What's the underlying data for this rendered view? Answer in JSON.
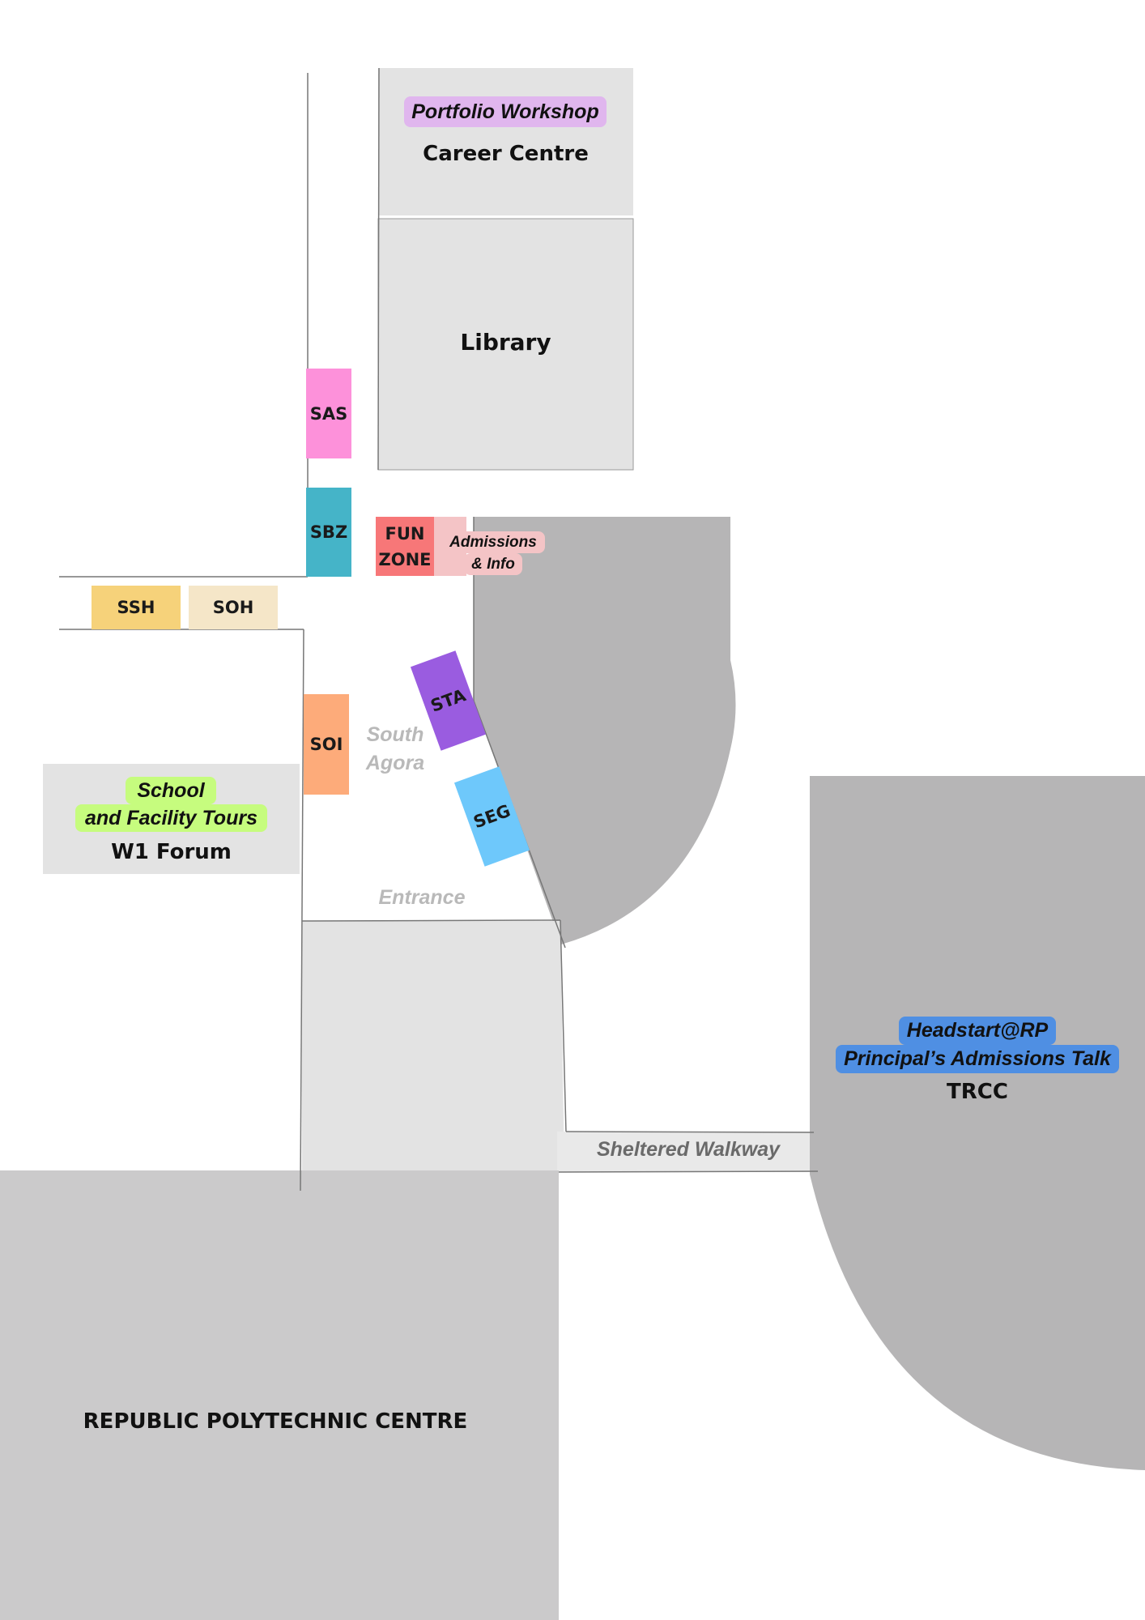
{
  "buildings": {
    "career_centre": "Career Centre",
    "library": "Library",
    "w1_forum": "W1 Forum",
    "trcc": "TRCC",
    "rp_centre": "REPUBLIC POLYTECHNIC CENTRE"
  },
  "events": {
    "portfolio_workshop": "Portfolio Workshop",
    "tours_line1": "School",
    "tours_line2": "and Facility Tours",
    "headstart": "Headstart@RP",
    "principal_talk": "Principal’s Admissions Talk",
    "admissions_line1": "Admissions",
    "admissions_line2": "& Info"
  },
  "booths": {
    "sas": "SAS",
    "sbz": "SBZ",
    "ssh": "SSH",
    "soh": "SOH",
    "soi": "SOI",
    "sta": "STA",
    "seg": "SEG",
    "fun_line1": "FUN",
    "fun_line2": "ZONE"
  },
  "areas": {
    "south_line1": "South",
    "south_line2": "Agora",
    "entrance": "Entrance",
    "walkway": "Sheltered Walkway"
  },
  "colors": {
    "building_light": "#e3e3e3",
    "building_dark": "#b6b5b6",
    "rp_centre": "#cbcacb",
    "sas": "#fd91da",
    "sbz": "#45b4c8",
    "ssh": "#f6d27a",
    "soh": "#f5e6c8",
    "soi": "#fdab7a",
    "sta": "#9a5ce0",
    "seg": "#6ec8fb",
    "fun_zone": "#f77778",
    "admissions": "#f4c4c6",
    "portfolio": "#e0b6ee",
    "tours": "#c6fc7e",
    "headstart": "#4f8fe3"
  }
}
